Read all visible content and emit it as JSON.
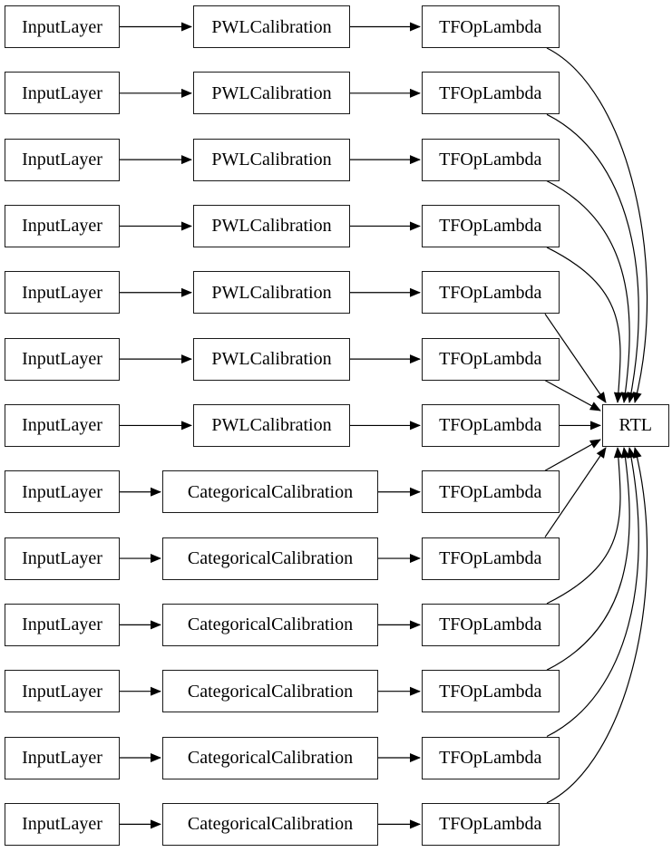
{
  "diagram": {
    "colors": {
      "background": "#ffffff",
      "node_fill": "#ffffff",
      "node_border": "#1a1a1a",
      "edge": "#000000",
      "text": "#000000"
    },
    "rows": [
      {
        "input": "InputLayer",
        "calibration": "PWLCalibration",
        "op": "TFOpLambda"
      },
      {
        "input": "InputLayer",
        "calibration": "PWLCalibration",
        "op": "TFOpLambda"
      },
      {
        "input": "InputLayer",
        "calibration": "PWLCalibration",
        "op": "TFOpLambda"
      },
      {
        "input": "InputLayer",
        "calibration": "PWLCalibration",
        "op": "TFOpLambda"
      },
      {
        "input": "InputLayer",
        "calibration": "PWLCalibration",
        "op": "TFOpLambda"
      },
      {
        "input": "InputLayer",
        "calibration": "PWLCalibration",
        "op": "TFOpLambda"
      },
      {
        "input": "InputLayer",
        "calibration": "PWLCalibration",
        "op": "TFOpLambda"
      },
      {
        "input": "InputLayer",
        "calibration": "CategoricalCalibration",
        "op": "TFOpLambda"
      },
      {
        "input": "InputLayer",
        "calibration": "CategoricalCalibration",
        "op": "TFOpLambda"
      },
      {
        "input": "InputLayer",
        "calibration": "CategoricalCalibration",
        "op": "TFOpLambda"
      },
      {
        "input": "InputLayer",
        "calibration": "CategoricalCalibration",
        "op": "TFOpLambda"
      },
      {
        "input": "InputLayer",
        "calibration": "CategoricalCalibration",
        "op": "TFOpLambda"
      },
      {
        "input": "InputLayer",
        "calibration": "CategoricalCalibration",
        "op": "TFOpLambda"
      }
    ],
    "sink": {
      "label": "RTL"
    }
  }
}
